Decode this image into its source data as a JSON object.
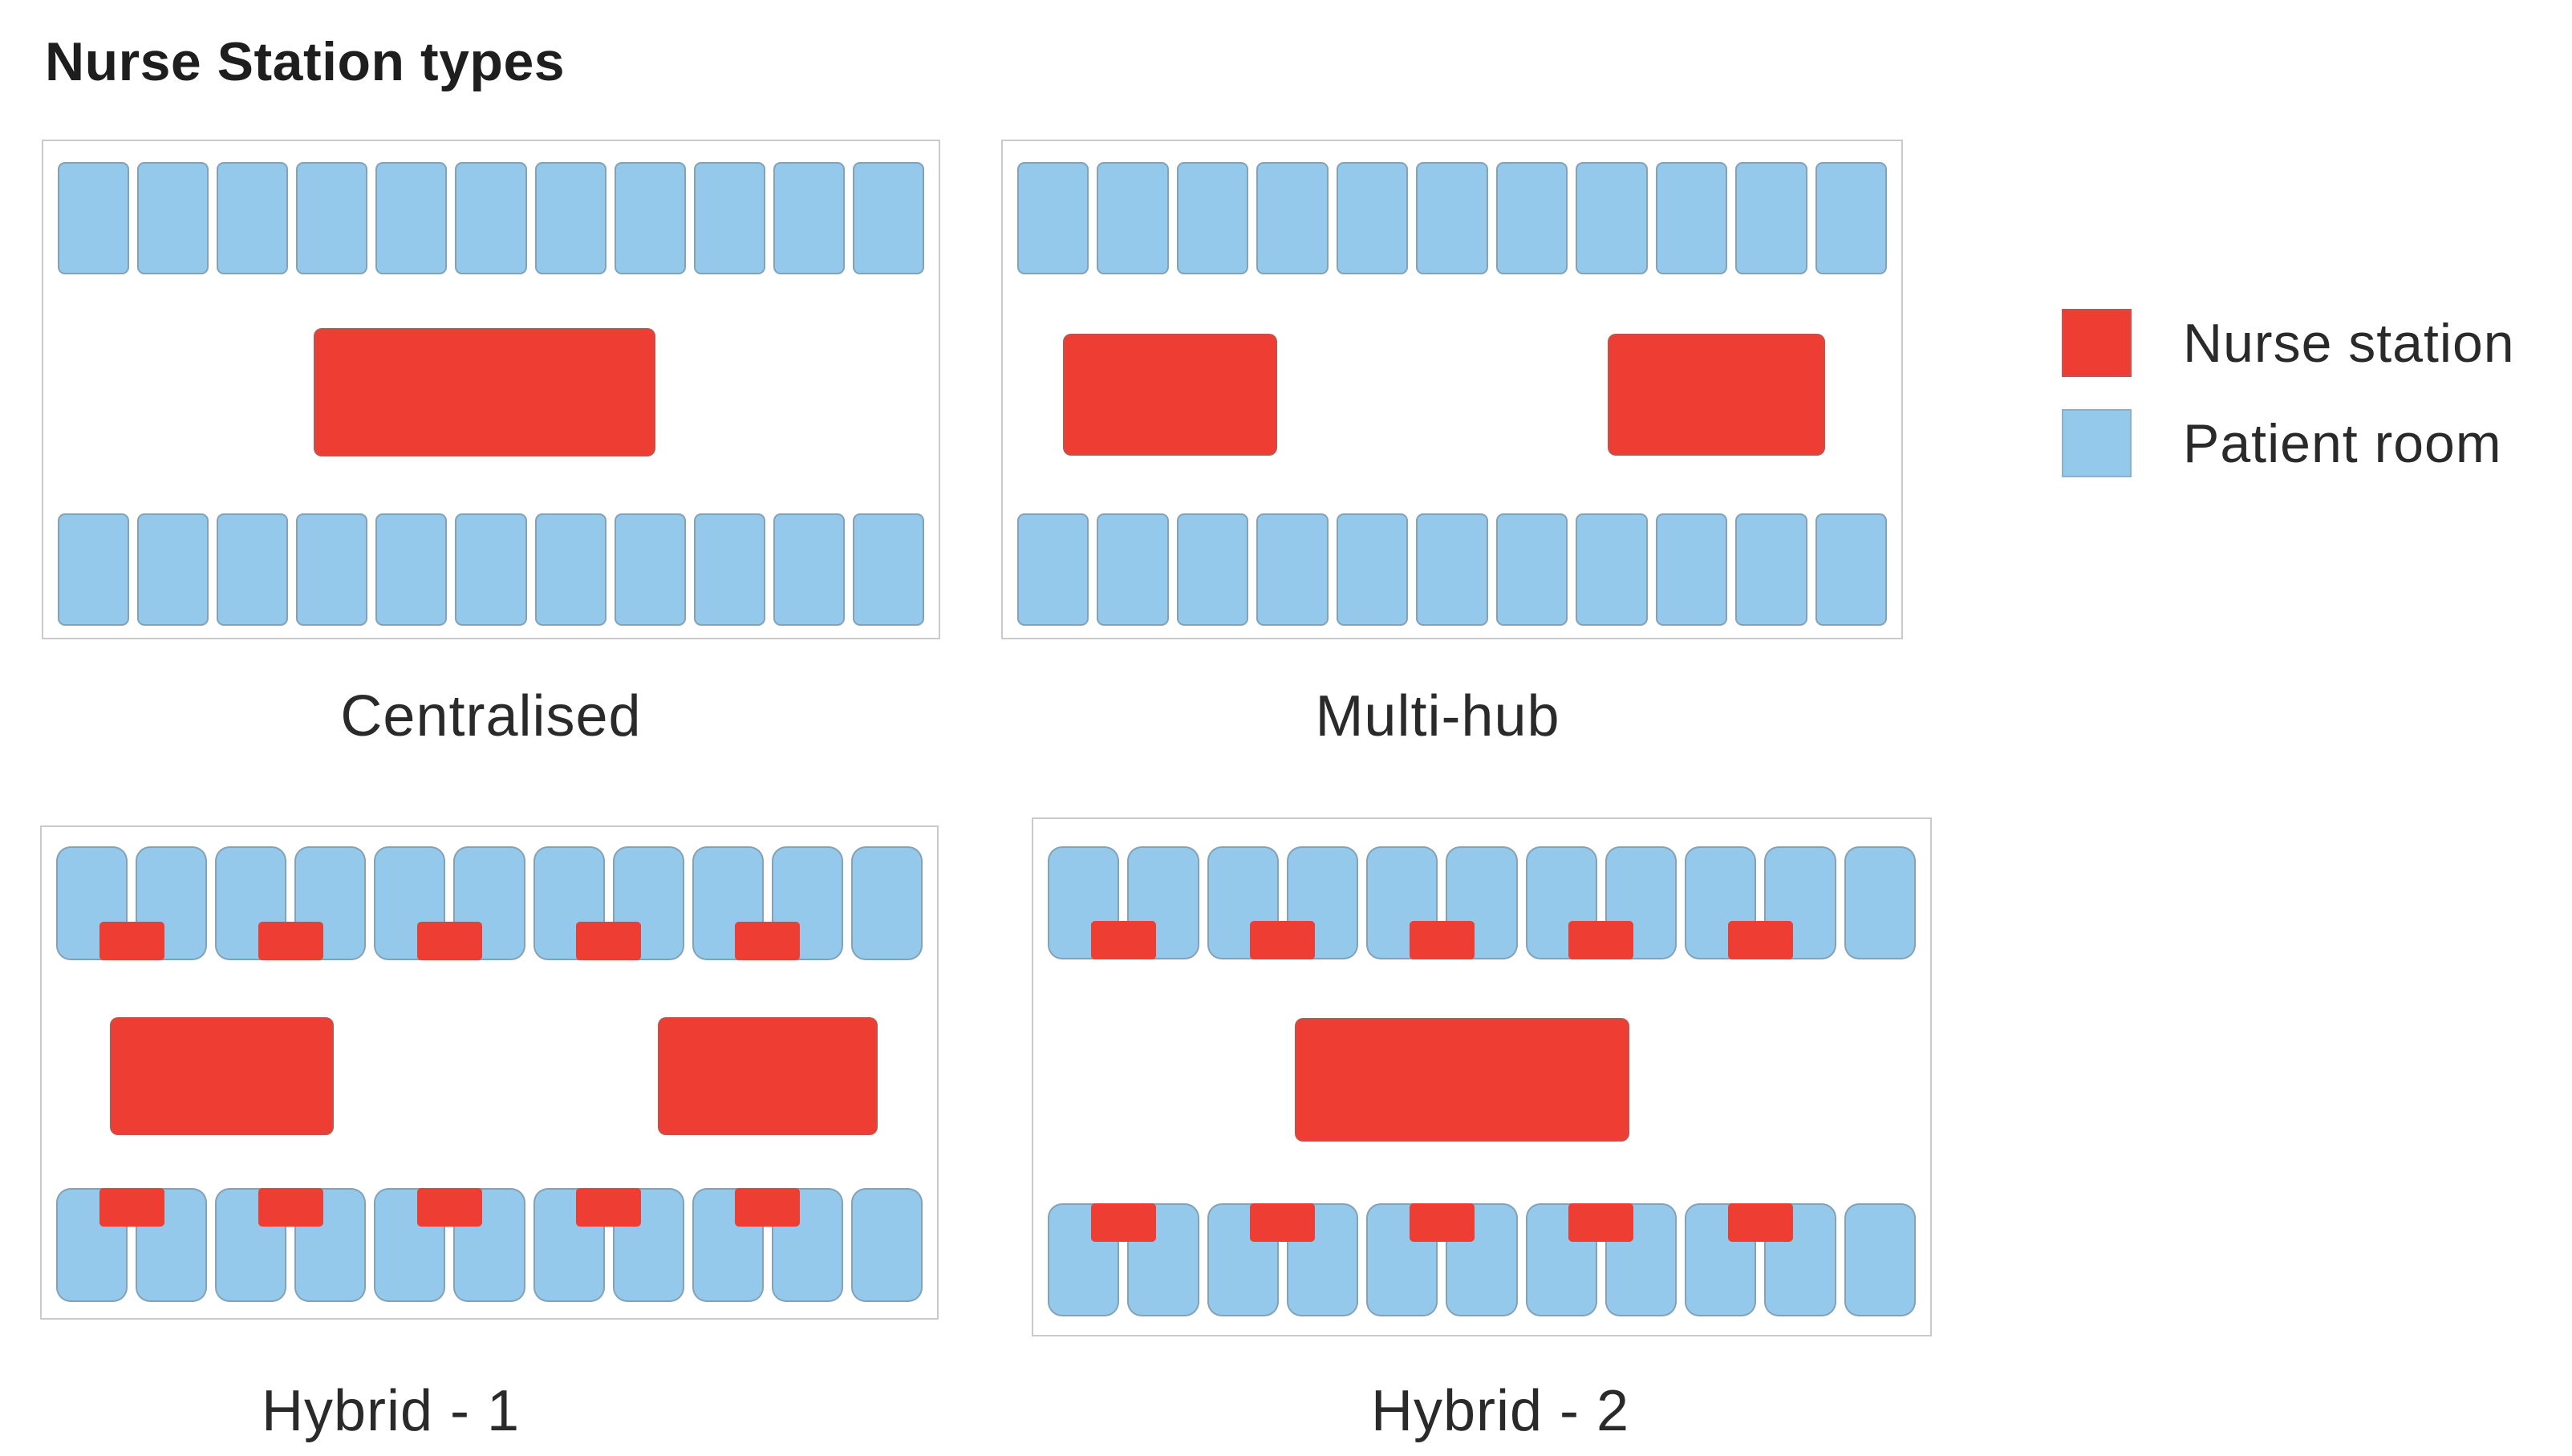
{
  "title": "Nurse Station types",
  "colors": {
    "nurse_station": "#EE3D32",
    "patient_room": "#94C9EC",
    "panel_border": "#CACACA",
    "text": "#2A2A2A"
  },
  "legend": {
    "items": [
      {
        "id": "nurse-station",
        "label": "Nurse station",
        "color": "#EE3D32"
      },
      {
        "id": "patient-room",
        "label": "Patient room",
        "color": "#94C9EC"
      }
    ]
  },
  "panels": [
    {
      "id": "centralised",
      "label": "Centralised",
      "rooms_per_row": 11,
      "room_rows": 2,
      "embedded_station_junctions": [],
      "corridor_stations": [
        {
          "left_pct": 30.2,
          "top_pct": 37.7,
          "width_pct": 38.2,
          "height_pct": 25.8
        }
      ]
    },
    {
      "id": "multi-hub",
      "label": "Multi-hub",
      "rooms_per_row": 11,
      "room_rows": 2,
      "embedded_station_junctions": [],
      "corridor_stations": [
        {
          "left_pct": 6.7,
          "top_pct": 38.7,
          "width_pct": 23.8,
          "height_pct": 24.6
        },
        {
          "left_pct": 67.3,
          "top_pct": 38.7,
          "width_pct": 24.2,
          "height_pct": 24.6
        }
      ]
    },
    {
      "id": "hybrid-1",
      "label": "Hybrid - 1",
      "rooms_per_row": 11,
      "room_rows": 2,
      "embedded_station_junctions": [
        1,
        3,
        5,
        7,
        9
      ],
      "corridor_stations": [
        {
          "left_pct": 7.6,
          "top_pct": 38.8,
          "width_pct": 25.0,
          "height_pct": 23.9
        },
        {
          "left_pct": 68.8,
          "top_pct": 38.8,
          "width_pct": 24.6,
          "height_pct": 23.9
        }
      ]
    },
    {
      "id": "hybrid-2",
      "label": "Hybrid - 2",
      "rooms_per_row": 11,
      "room_rows": 2,
      "embedded_station_junctions": [
        1,
        3,
        5,
        7,
        9
      ],
      "corridor_stations": [
        {
          "left_pct": 29.2,
          "top_pct": 38.5,
          "width_pct": 37.3,
          "height_pct": 24.0
        }
      ]
    }
  ]
}
